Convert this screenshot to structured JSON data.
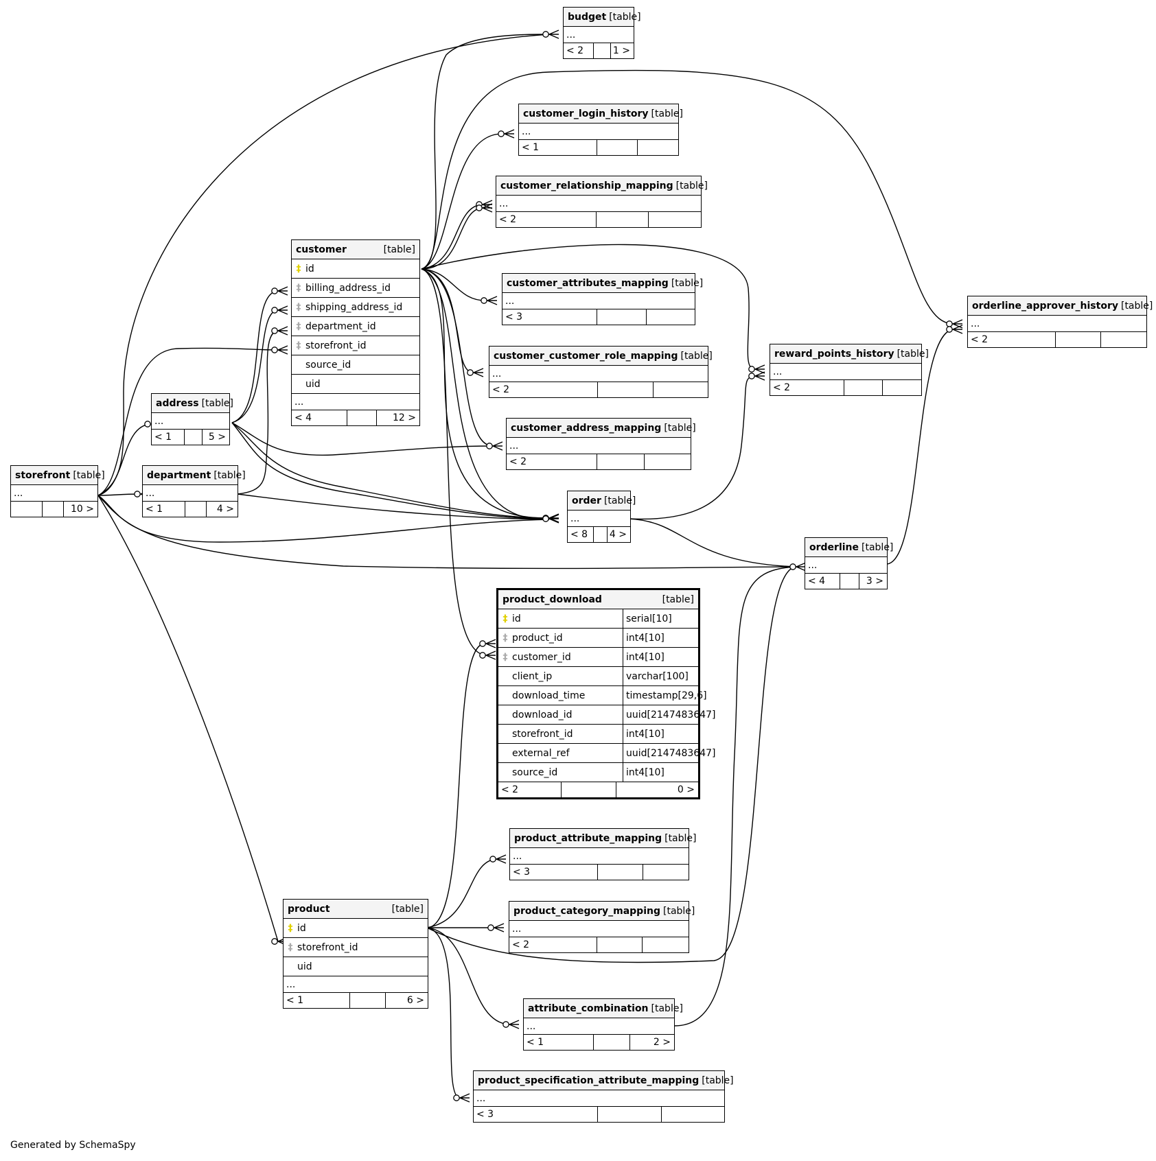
{
  "footer_text": "Generated by SchemaSpy",
  "table_tag": "[table]",
  "icons": {
    "primary_key": "primary-key-icon",
    "foreign_key": "foreign-key-icon"
  },
  "colors": {
    "primary_key": "#e0d000",
    "foreign_key": "#aaaaaa",
    "header_bg": "#f4f4f4"
  },
  "tables": {
    "budget": {
      "name": "budget",
      "ellipsis": "...",
      "parents": "< 2",
      "children": "1 >"
    },
    "customer_login_history": {
      "name": "customer_login_history",
      "ellipsis": "...",
      "parents": "< 1",
      "children": ""
    },
    "customer_relationship_mapping": {
      "name": "customer_relationship_mapping",
      "ellipsis": "...",
      "parents": "< 2",
      "children": ""
    },
    "customer": {
      "name": "customer",
      "columns": [
        {
          "name": "id",
          "key": "pk"
        },
        {
          "name": "billing_address_id",
          "key": "fk"
        },
        {
          "name": "shipping_address_id",
          "key": "fk"
        },
        {
          "name": "department_id",
          "key": "fk"
        },
        {
          "name": "storefront_id",
          "key": "fk"
        },
        {
          "name": "source_id",
          "key": ""
        },
        {
          "name": "uid",
          "key": ""
        }
      ],
      "ellipsis": "...",
      "parents": "< 4",
      "children": "12 >"
    },
    "customer_attributes_mapping": {
      "name": "customer_attributes_mapping",
      "ellipsis": "...",
      "parents": "< 3",
      "children": ""
    },
    "customer_customer_role_mapping": {
      "name": "customer_customer_role_mapping",
      "ellipsis": "...",
      "parents": "< 2",
      "children": ""
    },
    "customer_address_mapping": {
      "name": "customer_address_mapping",
      "ellipsis": "...",
      "parents": "< 2",
      "children": ""
    },
    "orderline_approver_history": {
      "name": "orderline_approver_history",
      "ellipsis": "...",
      "parents": "< 2",
      "children": ""
    },
    "reward_points_history": {
      "name": "reward_points_history",
      "ellipsis": "...",
      "parents": "< 2",
      "children": ""
    },
    "address": {
      "name": "address",
      "ellipsis": "...",
      "parents": "< 1",
      "children": "5 >"
    },
    "storefront": {
      "name": "storefront",
      "ellipsis": "...",
      "parents": "",
      "children": "10 >"
    },
    "department": {
      "name": "department",
      "ellipsis": "...",
      "parents": "< 1",
      "children": "4 >"
    },
    "order": {
      "name": "order",
      "ellipsis": "...",
      "parents": "< 8",
      "children": "4 >"
    },
    "orderline": {
      "name": "orderline",
      "ellipsis": "...",
      "parents": "< 4",
      "children": "3 >"
    },
    "product_download": {
      "name": "product_download",
      "columns": [
        {
          "name": "id",
          "key": "pk",
          "type": "serial[10]"
        },
        {
          "name": "product_id",
          "key": "fk",
          "type": "int4[10]"
        },
        {
          "name": "customer_id",
          "key": "fk",
          "type": "int4[10]"
        },
        {
          "name": "client_ip",
          "key": "",
          "type": "varchar[100]"
        },
        {
          "name": "download_time",
          "key": "",
          "type": "timestamp[29,6]"
        },
        {
          "name": "download_id",
          "key": "",
          "type": "uuid[2147483647]"
        },
        {
          "name": "storefront_id",
          "key": "",
          "type": "int4[10]"
        },
        {
          "name": "external_ref",
          "key": "",
          "type": "uuid[2147483647]"
        },
        {
          "name": "source_id",
          "key": "",
          "type": "int4[10]"
        }
      ],
      "parents": "< 2",
      "children": "0 >"
    },
    "product_attribute_mapping": {
      "name": "product_attribute_mapping",
      "ellipsis": "...",
      "parents": "< 3",
      "children": ""
    },
    "product_category_mapping": {
      "name": "product_category_mapping",
      "ellipsis": "...",
      "parents": "< 2",
      "children": ""
    },
    "product": {
      "name": "product",
      "columns": [
        {
          "name": "id",
          "key": "pk"
        },
        {
          "name": "storefront_id",
          "key": "fk"
        },
        {
          "name": "uid",
          "key": ""
        }
      ],
      "ellipsis": "...",
      "parents": "< 1",
      "children": "6 >"
    },
    "attribute_combination": {
      "name": "attribute_combination",
      "ellipsis": "...",
      "parents": "< 1",
      "children": "2 >"
    },
    "product_specification_attribute_mapping": {
      "name": "product_specification_attribute_mapping",
      "ellipsis": "...",
      "parents": "< 3",
      "children": ""
    }
  }
}
